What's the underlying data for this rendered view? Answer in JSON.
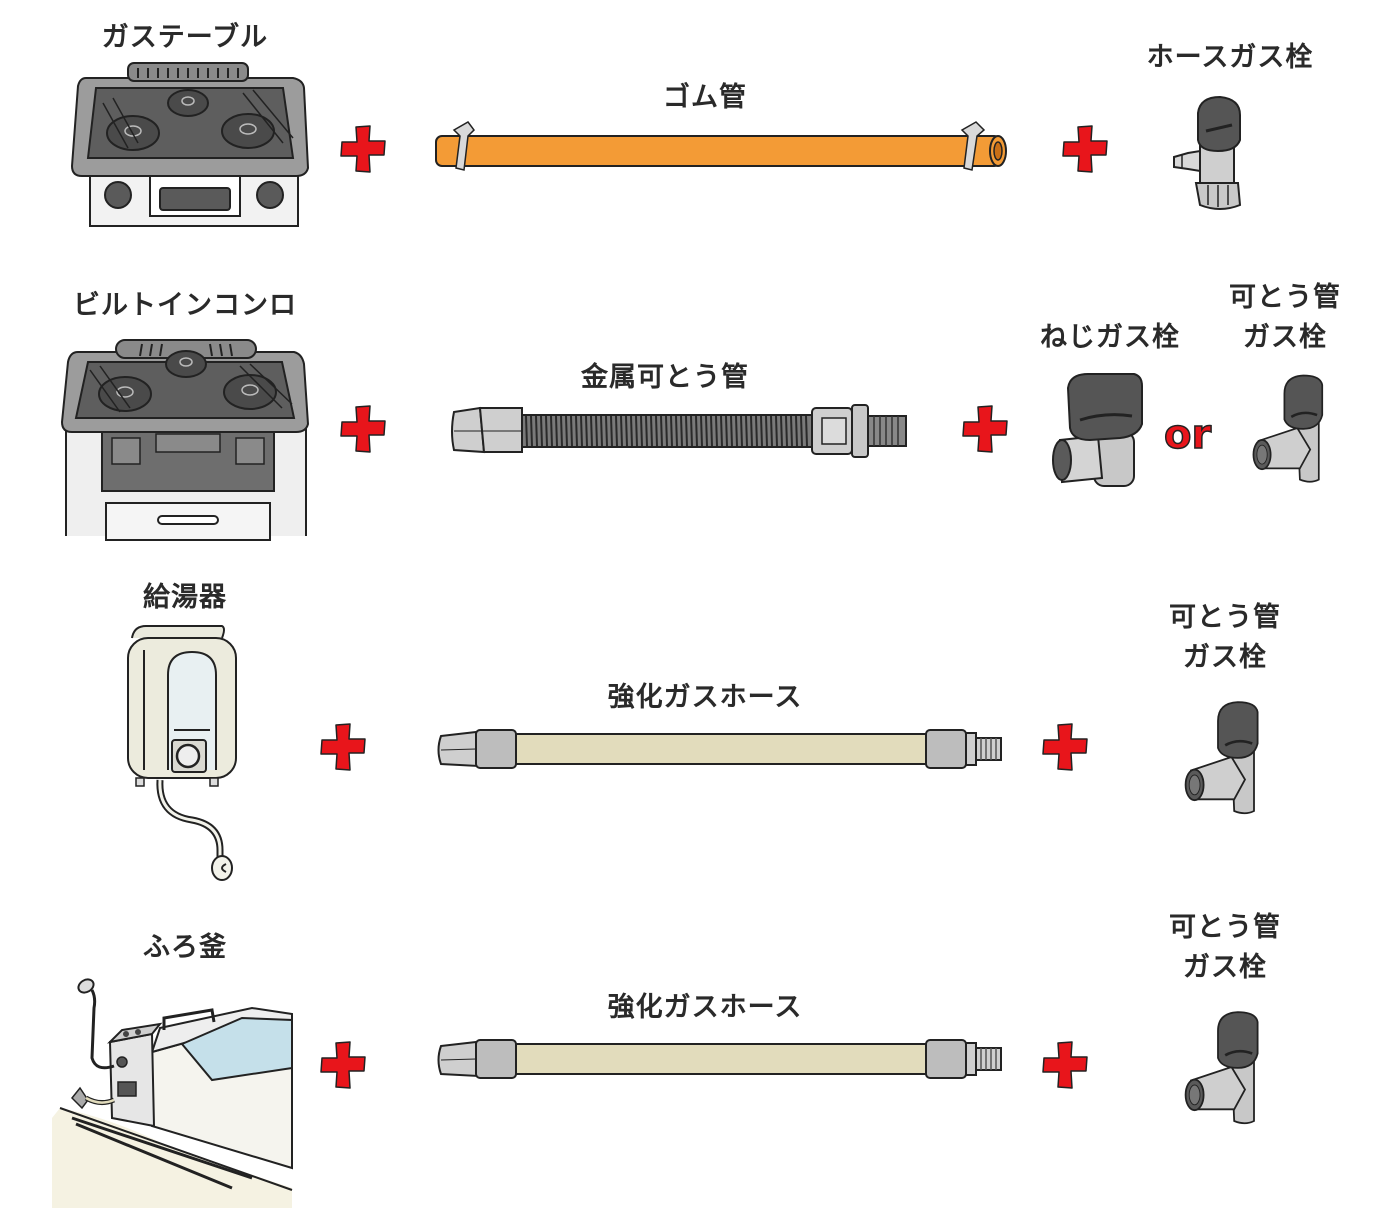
{
  "colors": {
    "plus_red": "#e8151b",
    "rubber_hose_orange": "#f39b36",
    "reinforced_hose_beige": "#e2dcbc",
    "metal_gray": "#c8c8c8",
    "dark_gray": "#5a5a5a",
    "bath_water": "#c5e0ea"
  },
  "rows": [
    {
      "appliance": {
        "label": "ガステーブル",
        "icon": "gas-table-stove-icon"
      },
      "connector": {
        "label": "ゴム管",
        "icon": "rubber-hose-icon"
      },
      "valves": [
        {
          "label": "ホースガス栓",
          "icon": "hose-gas-valve-icon"
        }
      ]
    },
    {
      "appliance": {
        "label": "ビルトインコンロ",
        "icon": "built-in-stove-icon"
      },
      "connector": {
        "label": "金属可とう管",
        "icon": "flexible-metal-pipe-icon"
      },
      "valves": [
        {
          "label": "ねじガス栓",
          "icon": "screw-gas-valve-icon"
        },
        {
          "label_line1": "可とう管",
          "label_line2": "ガス栓",
          "icon": "flexible-pipe-gas-valve-icon"
        }
      ],
      "or_text": "or"
    },
    {
      "appliance": {
        "label": "給湯器",
        "icon": "water-heater-icon"
      },
      "connector": {
        "label": "強化ガスホース",
        "icon": "reinforced-gas-hose-icon"
      },
      "valves": [
        {
          "label_line1": "可とう管",
          "label_line2": "ガス栓",
          "icon": "flexible-pipe-gas-valve-icon"
        }
      ]
    },
    {
      "appliance": {
        "label": "ふろ釜",
        "icon": "bath-boiler-icon"
      },
      "connector": {
        "label": "強化ガスホース",
        "icon": "reinforced-gas-hose-icon"
      },
      "valves": [
        {
          "label_line1": "可とう管",
          "label_line2": "ガス栓",
          "icon": "flexible-pipe-gas-valve-icon"
        }
      ]
    }
  ],
  "plus_symbol": "+"
}
